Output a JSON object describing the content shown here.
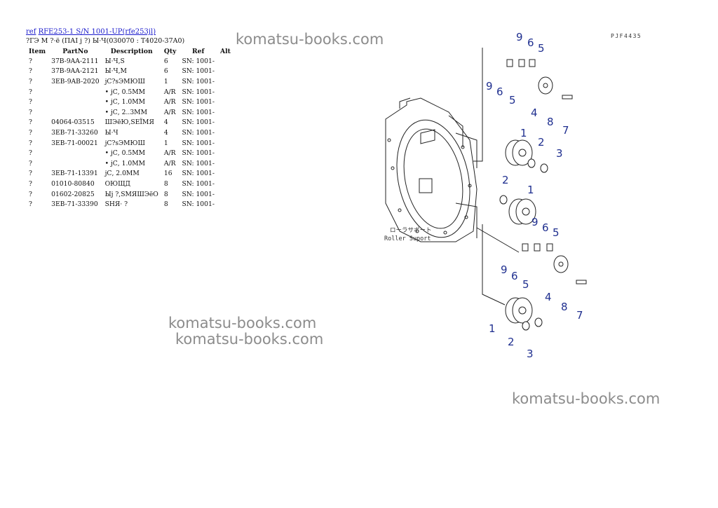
{
  "header": {
    "ref_link": "ref",
    "model_link": "RFE253-1 S/N 1001-UP(rfe253jl)",
    "subtitle": "?ГЭ М ?·ё (ПАІ ј ?) Ы·Ч(030070 : T4020-37A0)"
  },
  "table": {
    "columns": [
      "Item",
      "PartNo",
      "Description",
      "Qty",
      "Ref",
      "Alt"
    ],
    "rows": [
      {
        "item": "?",
        "partno": "37B-9AA-2111",
        "desc": "Ы·Ч,S",
        "qty": "6",
        "ref": "SN: 1001-",
        "alt": ""
      },
      {
        "item": "?",
        "partno": "37B-9AA-2121",
        "desc": "Ы·Ч,M",
        "qty": "6",
        "ref": "SN: 1001-",
        "alt": ""
      },
      {
        "item": "?",
        "partno": "3EB-9AB-2020",
        "desc": "јС?sЭМЮШ",
        "qty": "1",
        "ref": "SN: 1001-",
        "alt": ""
      },
      {
        "item": "?",
        "partno": "",
        "desc": "• јС, 0.5MM",
        "qty": "A/R",
        "ref": "SN: 1001-",
        "alt": ""
      },
      {
        "item": "?",
        "partno": "",
        "desc": "• јС, 1.0MM",
        "qty": "A/R",
        "ref": "SN: 1001-",
        "alt": ""
      },
      {
        "item": "?",
        "partno": "",
        "desc": "• јС, 2..3MM",
        "qty": "A/R",
        "ref": "SN: 1001-",
        "alt": ""
      },
      {
        "item": "?",
        "partno": "04064-03515",
        "desc": "ШЭёЮ,SЕЇМЯ",
        "qty": "4",
        "ref": "SN: 1001-",
        "alt": ""
      },
      {
        "item": "?",
        "partno": "3EB-71-33260",
        "desc": "Ы·Ч",
        "qty": "4",
        "ref": "SN: 1001-",
        "alt": ""
      },
      {
        "item": "?",
        "partno": "3EB-71-00021",
        "desc": "јС?sЭМЮШ",
        "qty": "1",
        "ref": "SN: 1001-",
        "alt": ""
      },
      {
        "item": "?",
        "partno": "",
        "desc": "• јС, 0.5MM",
        "qty": "A/R",
        "ref": "SN: 1001-",
        "alt": ""
      },
      {
        "item": "?",
        "partno": "",
        "desc": "• јС, 1.0MM",
        "qty": "A/R",
        "ref": "SN: 1001-",
        "alt": ""
      },
      {
        "item": "?",
        "partno": "3EB-71-13391",
        "desc": "јС, 2.0MM",
        "qty": "16",
        "ref": "SN: 1001-",
        "alt": ""
      },
      {
        "item": "?",
        "partno": "01010-80840",
        "desc": "ОЮЩД",
        "qty": "8",
        "ref": "SN: 1001-",
        "alt": ""
      },
      {
        "item": "?",
        "partno": "01602-20825",
        "desc": "Ыј ?,SМЯШЭёО",
        "qty": "8",
        "ref": "SN: 1001-",
        "alt": ""
      },
      {
        "item": "?",
        "partno": "3EB-71-33390",
        "desc": "SНЯ· ?",
        "qty": "8",
        "ref": "SN: 1001-",
        "alt": ""
      }
    ]
  },
  "watermarks": [
    "komatsu-books.com",
    "komatsu-books.com",
    "komatsu-books.com",
    "komatsu-books.com"
  ],
  "diagram": {
    "code": "PJF4435",
    "label_jp": "ローラサポート",
    "label_en": "Roller Suport",
    "callouts_upper": [
      "9",
      "6",
      "5",
      "9",
      "6",
      "5",
      "4",
      "8",
      "7",
      "1",
      "2",
      "3"
    ],
    "callouts_mid": [
      "2",
      "1"
    ],
    "callouts_lower": [
      "9",
      "6",
      "5",
      "9",
      "6",
      "5",
      "4",
      "8",
      "7",
      "1",
      "2",
      "3"
    ]
  }
}
